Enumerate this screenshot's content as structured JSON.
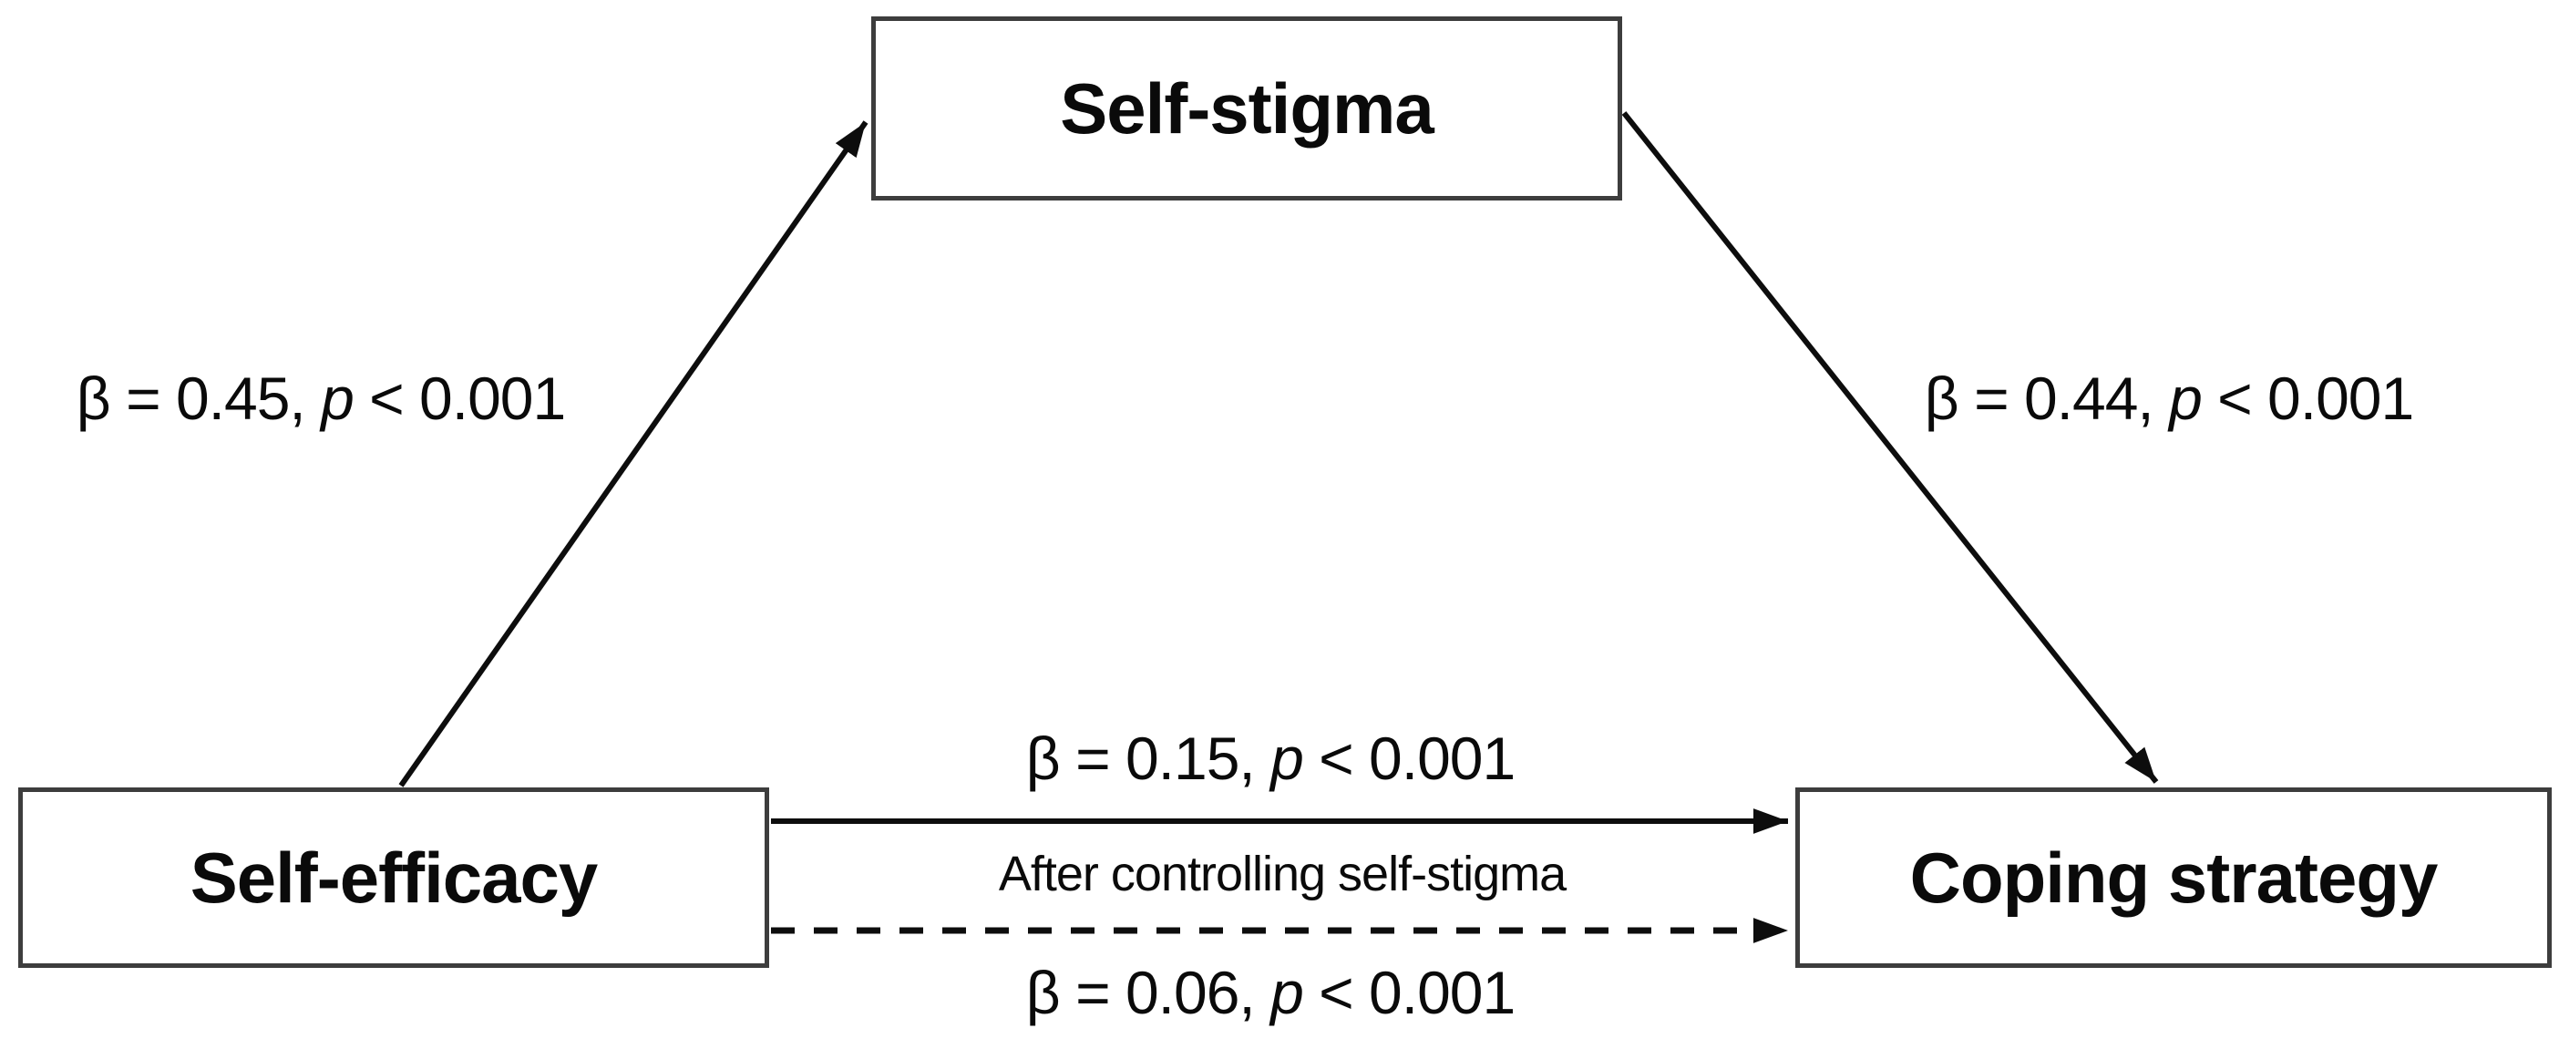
{
  "diagram": {
    "background_color": "#ffffff",
    "line_color": "#0d0d0d",
    "box_border_color": "#3d3d3d",
    "nodes": {
      "mediator": {
        "label": "Self-stigma"
      },
      "predictor": {
        "label": "Self-efficacy"
      },
      "outcome": {
        "label": "Coping strategy"
      }
    },
    "paths": {
      "a": {
        "prefix": "β = 0.45, ",
        "p": "p",
        "suffix": " < 0.001",
        "style": "solid",
        "from": "predictor",
        "to": "mediator"
      },
      "b": {
        "prefix": "β = 0.44, ",
        "p": "p",
        "suffix": " < 0.001",
        "style": "solid",
        "from": "mediator",
        "to": "outcome"
      },
      "c": {
        "prefix": "β = 0.15, ",
        "p": "p",
        "suffix": " < 0.001",
        "style": "solid",
        "from": "predictor",
        "to": "outcome"
      },
      "c_prime": {
        "prefix": "β = 0.06, ",
        "p": "p",
        "suffix": " < 0.001",
        "style": "dashed",
        "from": "predictor",
        "to": "outcome"
      },
      "note": "After controlling self-stigma"
    }
  }
}
